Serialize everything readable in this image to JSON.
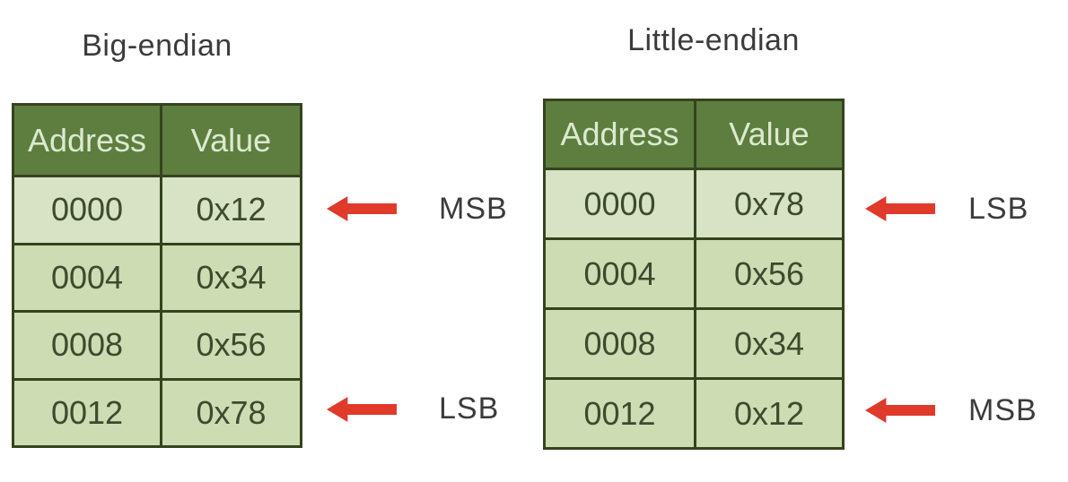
{
  "colors": {
    "header_bg": "#5e7e40",
    "header_text": "#dcead0",
    "cell_bg": "#cddcb2",
    "cell_bg_first_row": "#d8e3c6",
    "border": "#35431f",
    "title_text": "#3b3b3b",
    "cell_text": "#3c4a2e",
    "label_text": "#3b3b3b",
    "arrow": "#e03a2b"
  },
  "tables": [
    {
      "title": "Big-endian",
      "columns": [
        "Address",
        "Value"
      ],
      "rows": [
        {
          "address": "0000",
          "value": "0x12"
        },
        {
          "address": "0004",
          "value": "0x34"
        },
        {
          "address": "0008",
          "value": "0x56"
        },
        {
          "address": "0012",
          "value": "0x78"
        }
      ],
      "annotations": [
        {
          "row_index": 0,
          "label": "MSB"
        },
        {
          "row_index": 3,
          "label": "LSB"
        }
      ]
    },
    {
      "title": "Little-endian",
      "columns": [
        "Address",
        "Value"
      ],
      "rows": [
        {
          "address": "0000",
          "value": "0x78"
        },
        {
          "address": "0004",
          "value": "0x56"
        },
        {
          "address": "0008",
          "value": "0x34"
        },
        {
          "address": "0012",
          "value": "0x12"
        }
      ],
      "annotations": [
        {
          "row_index": 0,
          "label": "LSB"
        },
        {
          "row_index": 3,
          "label": "MSB"
        }
      ]
    }
  ]
}
